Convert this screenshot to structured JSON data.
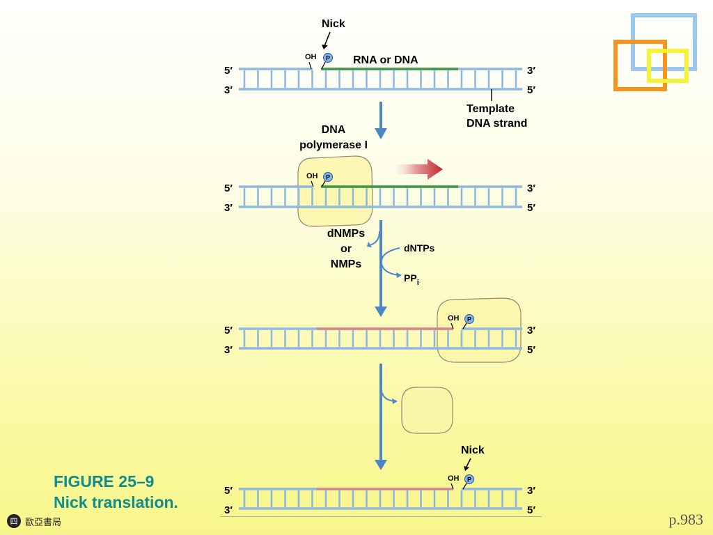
{
  "labels": {
    "nick": "Nick",
    "oh": "OH",
    "p": "P",
    "rna_or_dna": "RNA or DNA",
    "template_line1": "Template",
    "template_line2": "DNA strand",
    "dna_pol_line1": "DNA",
    "dna_pol_line2": "polymerase I",
    "dnmps_line1": "dNMPs",
    "dnmps_line2": "or",
    "dnmps_line3": "NMPs",
    "dntps": "dNTPs",
    "ppi_main": "PP",
    "ppi_sub": "i",
    "five_prime": "5′",
    "three_prime": "3′"
  },
  "caption": {
    "title": "FIGURE 25–9",
    "text": "Nick translation."
  },
  "footer": {
    "page": "p.983",
    "publisher": "歐亞書局",
    "publisher_logo": "四"
  },
  "colors": {
    "dna_strand": "#8fb8e0",
    "new_strand": "#3f9a3f",
    "replaced_strand": "#d9868a",
    "enzyme_fill": "#fbf6a8",
    "enzyme_stroke": "#8e8c74",
    "flow_arrow": "#4c86c8",
    "red_arrow": "#c0262c",
    "caption": "#0f8c8c",
    "deco_blue": "#9cc8f0",
    "deco_orange": "#f7941d",
    "deco_yellow": "#f6f23a"
  }
}
